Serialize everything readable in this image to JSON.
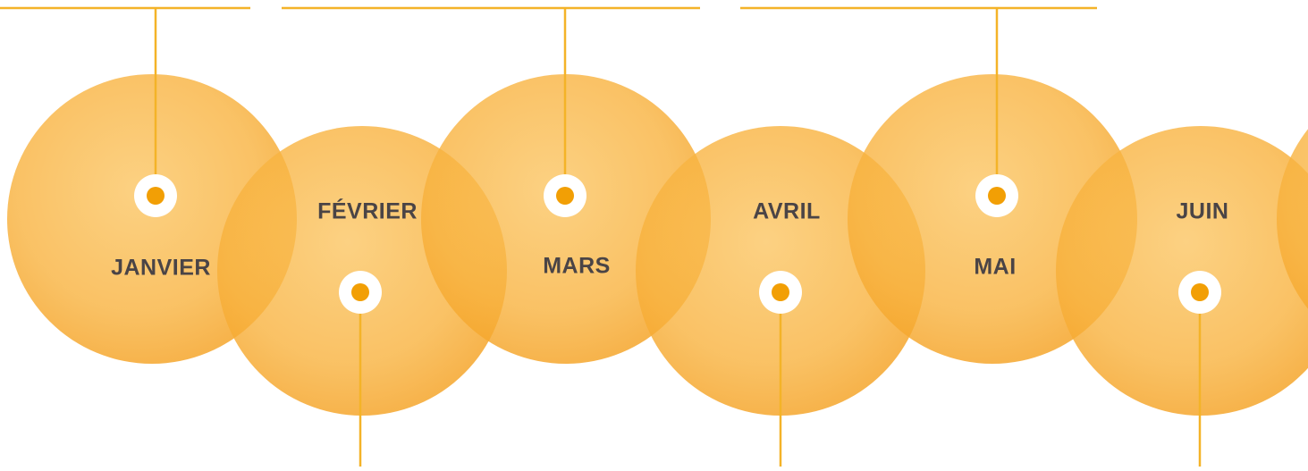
{
  "timeline": {
    "months": [
      {
        "label": "JANVIER"
      },
      {
        "label": "FÉVRIER"
      },
      {
        "label": "MARS"
      },
      {
        "label": "AVRIL"
      },
      {
        "label": "MAI"
      },
      {
        "label": "JUIN"
      }
    ]
  },
  "colors": {
    "circle_fill": "#f9b23e",
    "line": "#f4b328",
    "dot": "#f29f05",
    "label_text": "#4a4446",
    "background": "#ffffff"
  }
}
